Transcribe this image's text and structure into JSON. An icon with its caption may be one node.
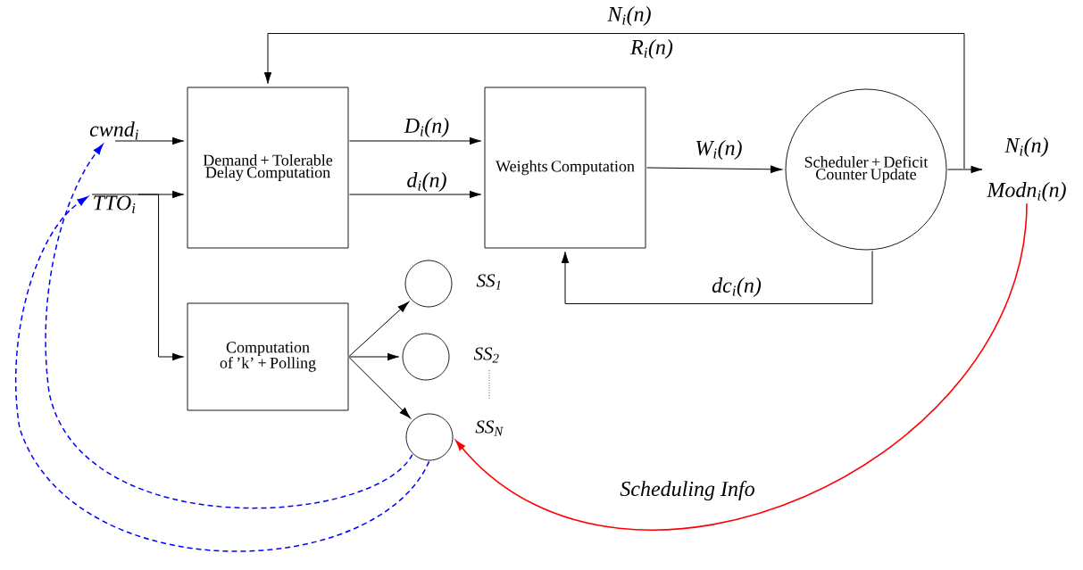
{
  "diagram": {
    "nodes": [
      {
        "text": [
          "Demand + Tolerable Delay Computation"
        ]
      },
      {
        "text": [
          "Weights Computation"
        ]
      },
      {
        "text": [
          "Scheduler + Deficit Counter Update"
        ]
      },
      {
        "text": [
          "Computation of ’k’ + Polling"
        ]
      },
      {
        "text": [],
        "shape": "circle",
        "beside": [
          "SS$_{1}$"
        ]
      },
      {
        "text": [],
        "shape": "circle",
        "beside": [
          "SS$_{2}$"
        ]
      },
      {
        "text": [],
        "shape": "circle",
        "beside": [
          "SS$_{N}$"
        ]
      },
      {
        "text": [
          "cwnd$_{i}$"
        ]
      },
      {
        "text": [
          "TTO$_{i}$"
        ]
      },
      {
        "text": [
          "N$_{i}$(n)",
          "Modn$_{i}$(n)"
        ]
      }
    ],
    "edges": [
      {
        "from": 7,
        "to": 0,
        "arrow": "to"
      },
      {
        "from": 8,
        "to": 0,
        "arrow": "to"
      },
      {
        "from": 8,
        "to": 3,
        "arrow": "to"
      },
      {
        "from": 0,
        "to": 1,
        "arrow": "to",
        "label": "D$_{i}$(n)"
      },
      {
        "from": 0,
        "to": 1,
        "arrow": "to",
        "label": "d$_{i}$(n)"
      },
      {
        "from": 1,
        "to": 2,
        "arrow": "to",
        "label": "W$_{i}$(n)"
      },
      {
        "from": 2,
        "to": 1,
        "arrow": "to",
        "label": "dc$_{i}$(n)"
      },
      {
        "from": 2,
        "to": 9,
        "arrow": "to"
      },
      {
        "from": 9,
        "to": 0,
        "arrow": "to",
        "label": "N$_{i}$(n)"
      },
      {
        "from": 3,
        "to": 4,
        "arrow": "to"
      },
      {
        "from": 3,
        "to": 5,
        "arrow": "to"
      },
      {
        "from": 3,
        "to": 6,
        "arrow": "to"
      },
      {
        "from": 6,
        "to": 7,
        "arrow": "to",
        "style": "dashed",
        "color": "#0000ff"
      },
      {
        "from": 6,
        "to": 8,
        "arrow": "to",
        "style": "dashed",
        "color": "#0000ff"
      },
      {
        "from": 9,
        "to": 6,
        "arrow": "to",
        "label": "Scheduling Info",
        "color": "#ff0000"
      }
    ],
    "labels": [
      "R$_{i}$(n)"
    ]
  }
}
